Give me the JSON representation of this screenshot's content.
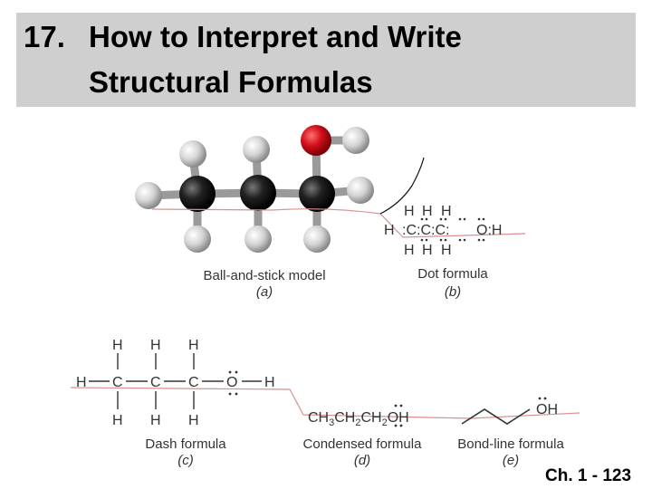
{
  "slide": {
    "number": "17.",
    "title_line1": "How to Interpret and Write",
    "title_line2": "Structural Formulas",
    "slide_number": "Ch. 1 - 123"
  },
  "figure": {
    "ball_and_stick": {
      "caption": "Ball-and-stick model",
      "letter": "(a)"
    },
    "dot": {
      "caption": "Dot formula",
      "letter": "(b)"
    },
    "dash": {
      "caption": "Dash formula",
      "letter": "(c)"
    },
    "condensed": {
      "caption": "Condensed formula",
      "letter": "(d)"
    },
    "bond_line": {
      "caption": "Bond-line formula",
      "letter": "(e)"
    }
  },
  "colors": {
    "title_band": "#cfcfcf",
    "carbon": "#1a1a1a",
    "oxygen": "#d0101a",
    "hydrogen": "#cfcfcf",
    "ink": "#333333"
  }
}
